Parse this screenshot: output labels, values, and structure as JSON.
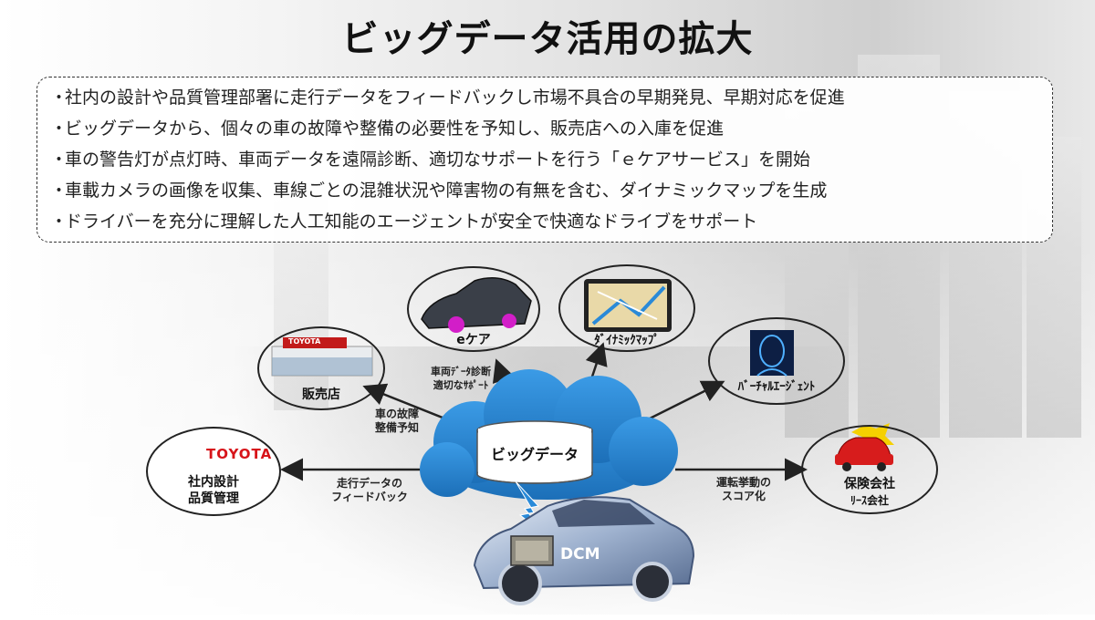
{
  "title": "ビッグデータ活用の拡大",
  "bullets": [
    "社内の設計や品質管理部署に走行データをフィードバックし市場不具合の早期発見、早期対応を促進",
    "ビッグデータから、個々の車の故障や整備の必要性を予知し、販売店への入庫を促進",
    "車の警告灯が点灯時、車両データを遠隔診断、適切なサポートを行う「ｅケアサービス」を開始",
    "車載カメラの画像を収集、車線ごとの混雑状況や障害物の有無を含む、ダイナミックマップを生成",
    "ドライバーを充分に理解した人工知能のエージェントが安全で快適なドライブをサポート"
  ],
  "bullet_mark": "・",
  "hub": {
    "label": "ビッグデータ"
  },
  "nodes": {
    "toyota": {
      "logo": "TOYOTA",
      "line1": "社内設計",
      "line2": "品質管理"
    },
    "dealer": {
      "label": "販売店",
      "sign": "TOYOTA"
    },
    "ecare": {
      "label": "eケア"
    },
    "map": {
      "label": "ﾀﾞｲﾅﾐｯｸﾏｯﾌﾟ"
    },
    "agent": {
      "label": "ﾊﾞｰﾁｬﾙｴｰｼﾞｪﾝﾄ"
    },
    "insurance": {
      "line1": "保険会社",
      "line2": "ﾘｰｽ会社"
    }
  },
  "edges": {
    "feedback": {
      "line1": "走行データの",
      "line2": "フィードバック"
    },
    "breakdown": {
      "line1": "車の故障",
      "line2": "整備予知"
    },
    "diagnosis": {
      "line1": "車両ﾃﾞｰﾀ診断",
      "line2": "適切なｻﾎﾟｰﾄ"
    },
    "scoring": {
      "line1": "運転挙動の",
      "line2": "スコア化"
    }
  },
  "car": {
    "module_label": "DCM"
  },
  "colors": {
    "cloud": "#2a8ad8",
    "cloud_dark": "#1c6fb8",
    "toyota_red": "#d7141a",
    "car_body": "#b8c6dc",
    "text": "#111111"
  }
}
